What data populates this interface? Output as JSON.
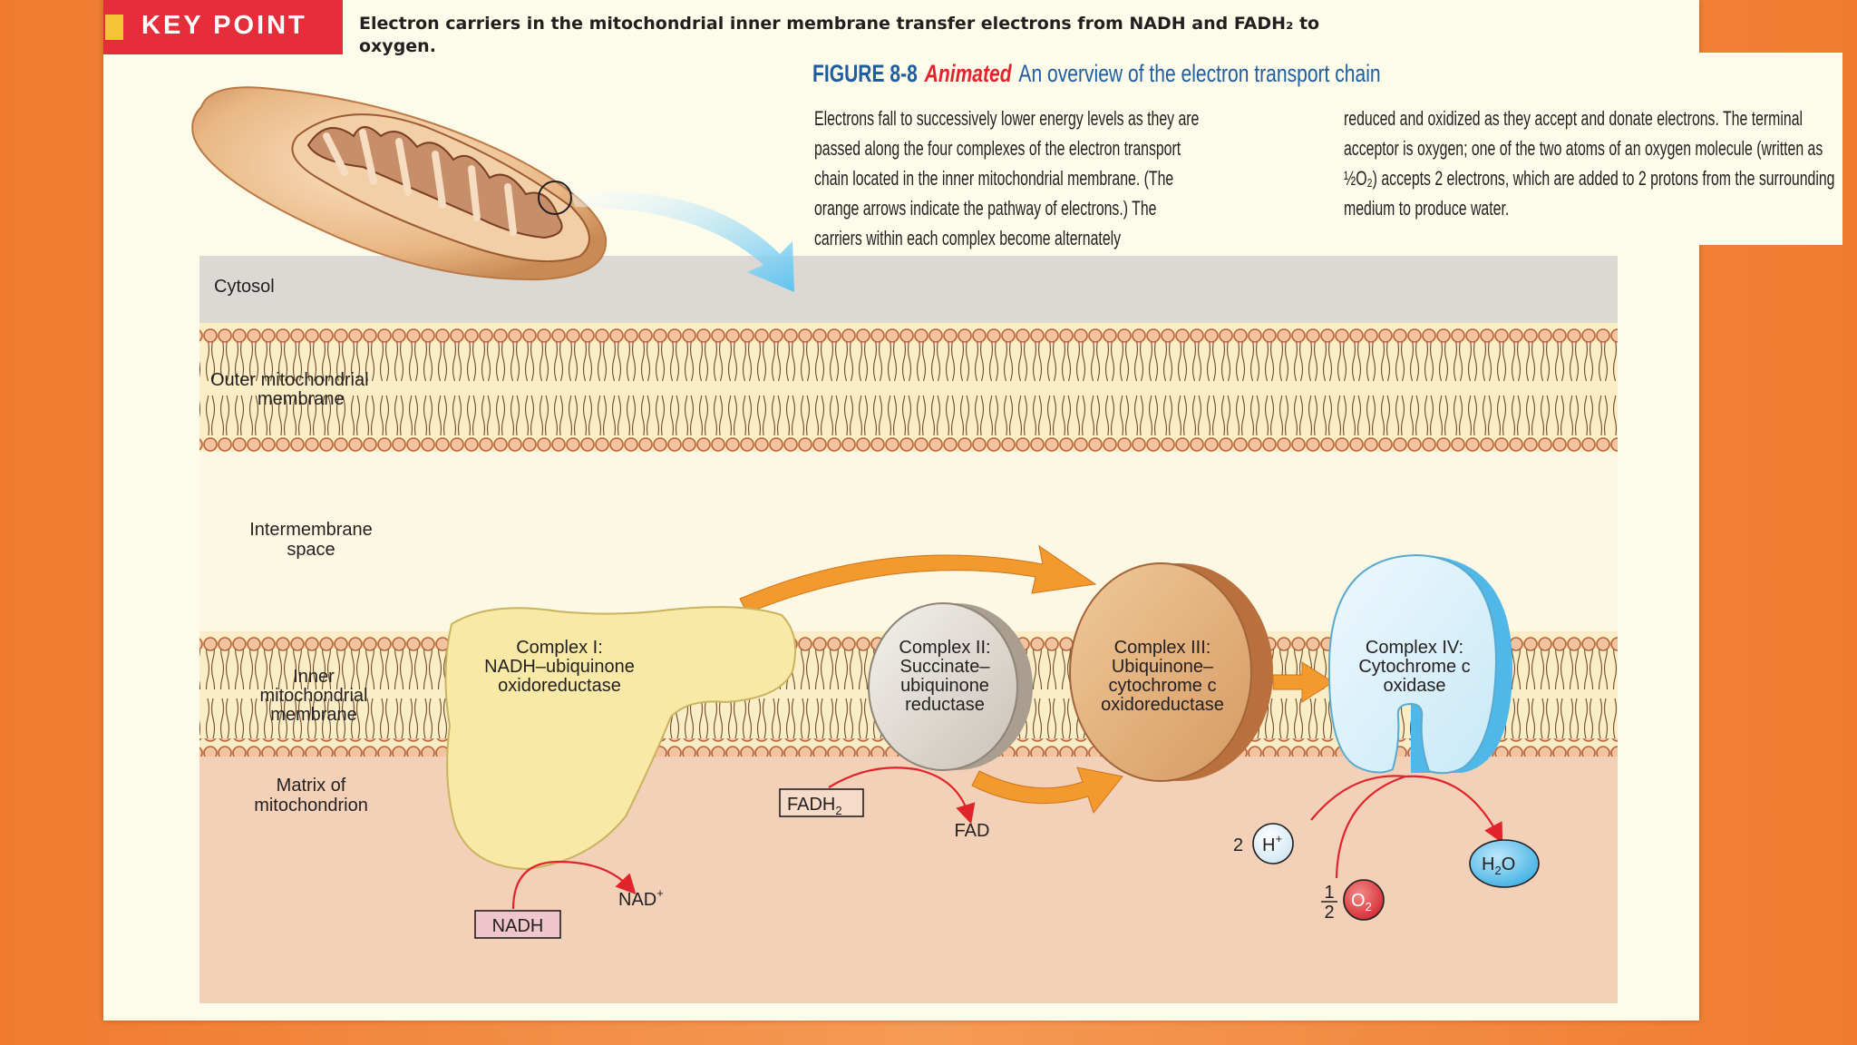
{
  "key_point": {
    "label": "KEY POINT",
    "text": "Electron carriers in the mitochondrial inner membrane transfer electrons from NADH and FADH₂ to oxygen."
  },
  "figure": {
    "number": "FIGURE 8-8",
    "animated": "Animated",
    "title": "An overview of the electron transport chain",
    "caption_col1": "Electrons fall to successively lower energy levels as they are passed along the four complexes of the electron transport chain located in the inner mitochondrial membrane. (The orange arrows indicate the pathway of electrons.) The carriers within each complex become alternately",
    "caption_col2": "reduced and oxidized as they accept and donate electrons. The terminal acceptor is oxygen; one of the two atoms of an oxygen molecule (written as ½O₂) accepts 2 electrons, which are added to 2 protons from the surrounding medium to produce water."
  },
  "labels": {
    "cytosol": "Cytosol",
    "outer_membrane_1": "Outer mitochondrial",
    "outer_membrane_2": "membrane",
    "intermembrane_1": "Intermembrane",
    "intermembrane_2": "space",
    "inner_membrane_1": "Inner",
    "inner_membrane_2": "mitochondrial",
    "inner_membrane_3": "membrane",
    "matrix_1": "Matrix of",
    "matrix_2": "mitochondrion"
  },
  "complexes": {
    "c1": [
      "Complex I:",
      "NADH–ubiquinone",
      "oxidoreductase"
    ],
    "c2": [
      "Complex II:",
      "Succinate–",
      "ubiquinone",
      "reductase"
    ],
    "c3": [
      "Complex III:",
      "Ubiquinone–",
      "cytochrome c",
      "oxidoreductase"
    ],
    "c4": [
      "Complex IV:",
      "Cytochrome c",
      "oxidase"
    ]
  },
  "molecules": {
    "nadh": "NADH",
    "nad": "NAD",
    "nad_sup": "+",
    "fadh": "FADH",
    "fadh_sub": "2",
    "fad": "FAD",
    "h_coef": "2",
    "h": "H",
    "h_sup": "+",
    "o2": "O",
    "o2_sub": "2",
    "half_num": "1",
    "half_den": "2",
    "h2o_h": "H",
    "h2o_sub": "2",
    "h2o_o": "O"
  },
  "colors": {
    "background": "#f07b2e",
    "page": "#fdfbe9",
    "key_point_red": "#e62e3b",
    "key_point_yellow": "#f5c436",
    "figure_blue": "#1f5d9e",
    "electron_arrow": "#f39a2e",
    "reaction_arrow": "#e1242c",
    "membrane_head": "#f6c3a0",
    "cytosol": "#dcd8d4",
    "matrix": "#f2d1b8"
  }
}
